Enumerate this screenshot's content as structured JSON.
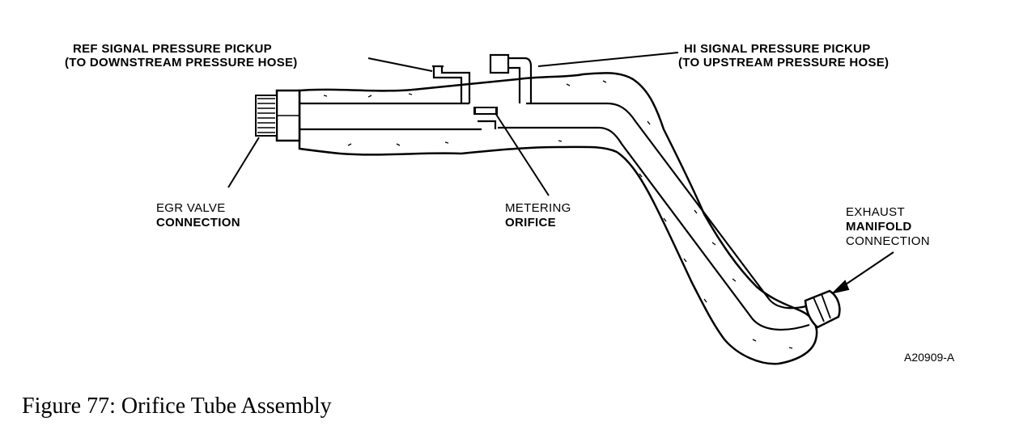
{
  "labels": {
    "ref_line1": "REF SIGNAL PRESSURE PICKUP",
    "ref_line2": "(TO DOWNSTREAM PRESSURE HOSE)",
    "hi_line1": "HI SIGNAL PRESSURE PICKUP",
    "hi_line2": "(TO UPSTREAM PRESSURE HOSE)",
    "egr_line1": "EGR VALVE",
    "egr_line2": "CONNECTION",
    "metering_line1": "METERING",
    "metering_line2": "ORIFICE",
    "exhaust_line1": "EXHAUST",
    "exhaust_line2": "MANIFOLD",
    "exhaust_line3": "CONNECTION"
  },
  "figure_code": "A20909-A",
  "caption": "Figure 77: Orifice Tube Assembly"
}
